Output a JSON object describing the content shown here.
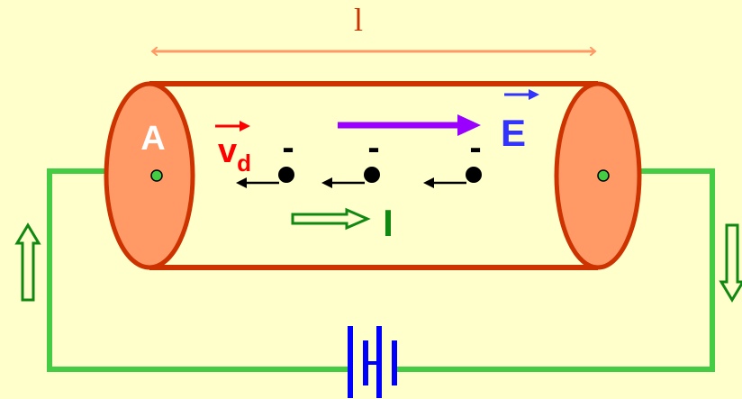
{
  "diagram": {
    "length_label": "l",
    "area_label": "A",
    "drift_velocity_label": {
      "main": "v",
      "subscript": "d"
    },
    "field_label": "E",
    "current_label": "I",
    "electron_charge": "-",
    "electron_count": 3
  },
  "colors": {
    "background": "#ffffcc",
    "conductor_outline": "#cc3300",
    "conductor_fill": "#ffffcc",
    "end_cap_fill": "#ff9966",
    "length_arrow": "#ff9966",
    "length_label": "#cc3300",
    "wire": "#44cc44",
    "current_arrow": "#118811",
    "field_arrow": "#9900ff",
    "field_label": "#3333ff",
    "velocity_label": "#ff0000",
    "battery": "#0000ff",
    "electron": "#000000",
    "area_label": "#ffffff"
  }
}
